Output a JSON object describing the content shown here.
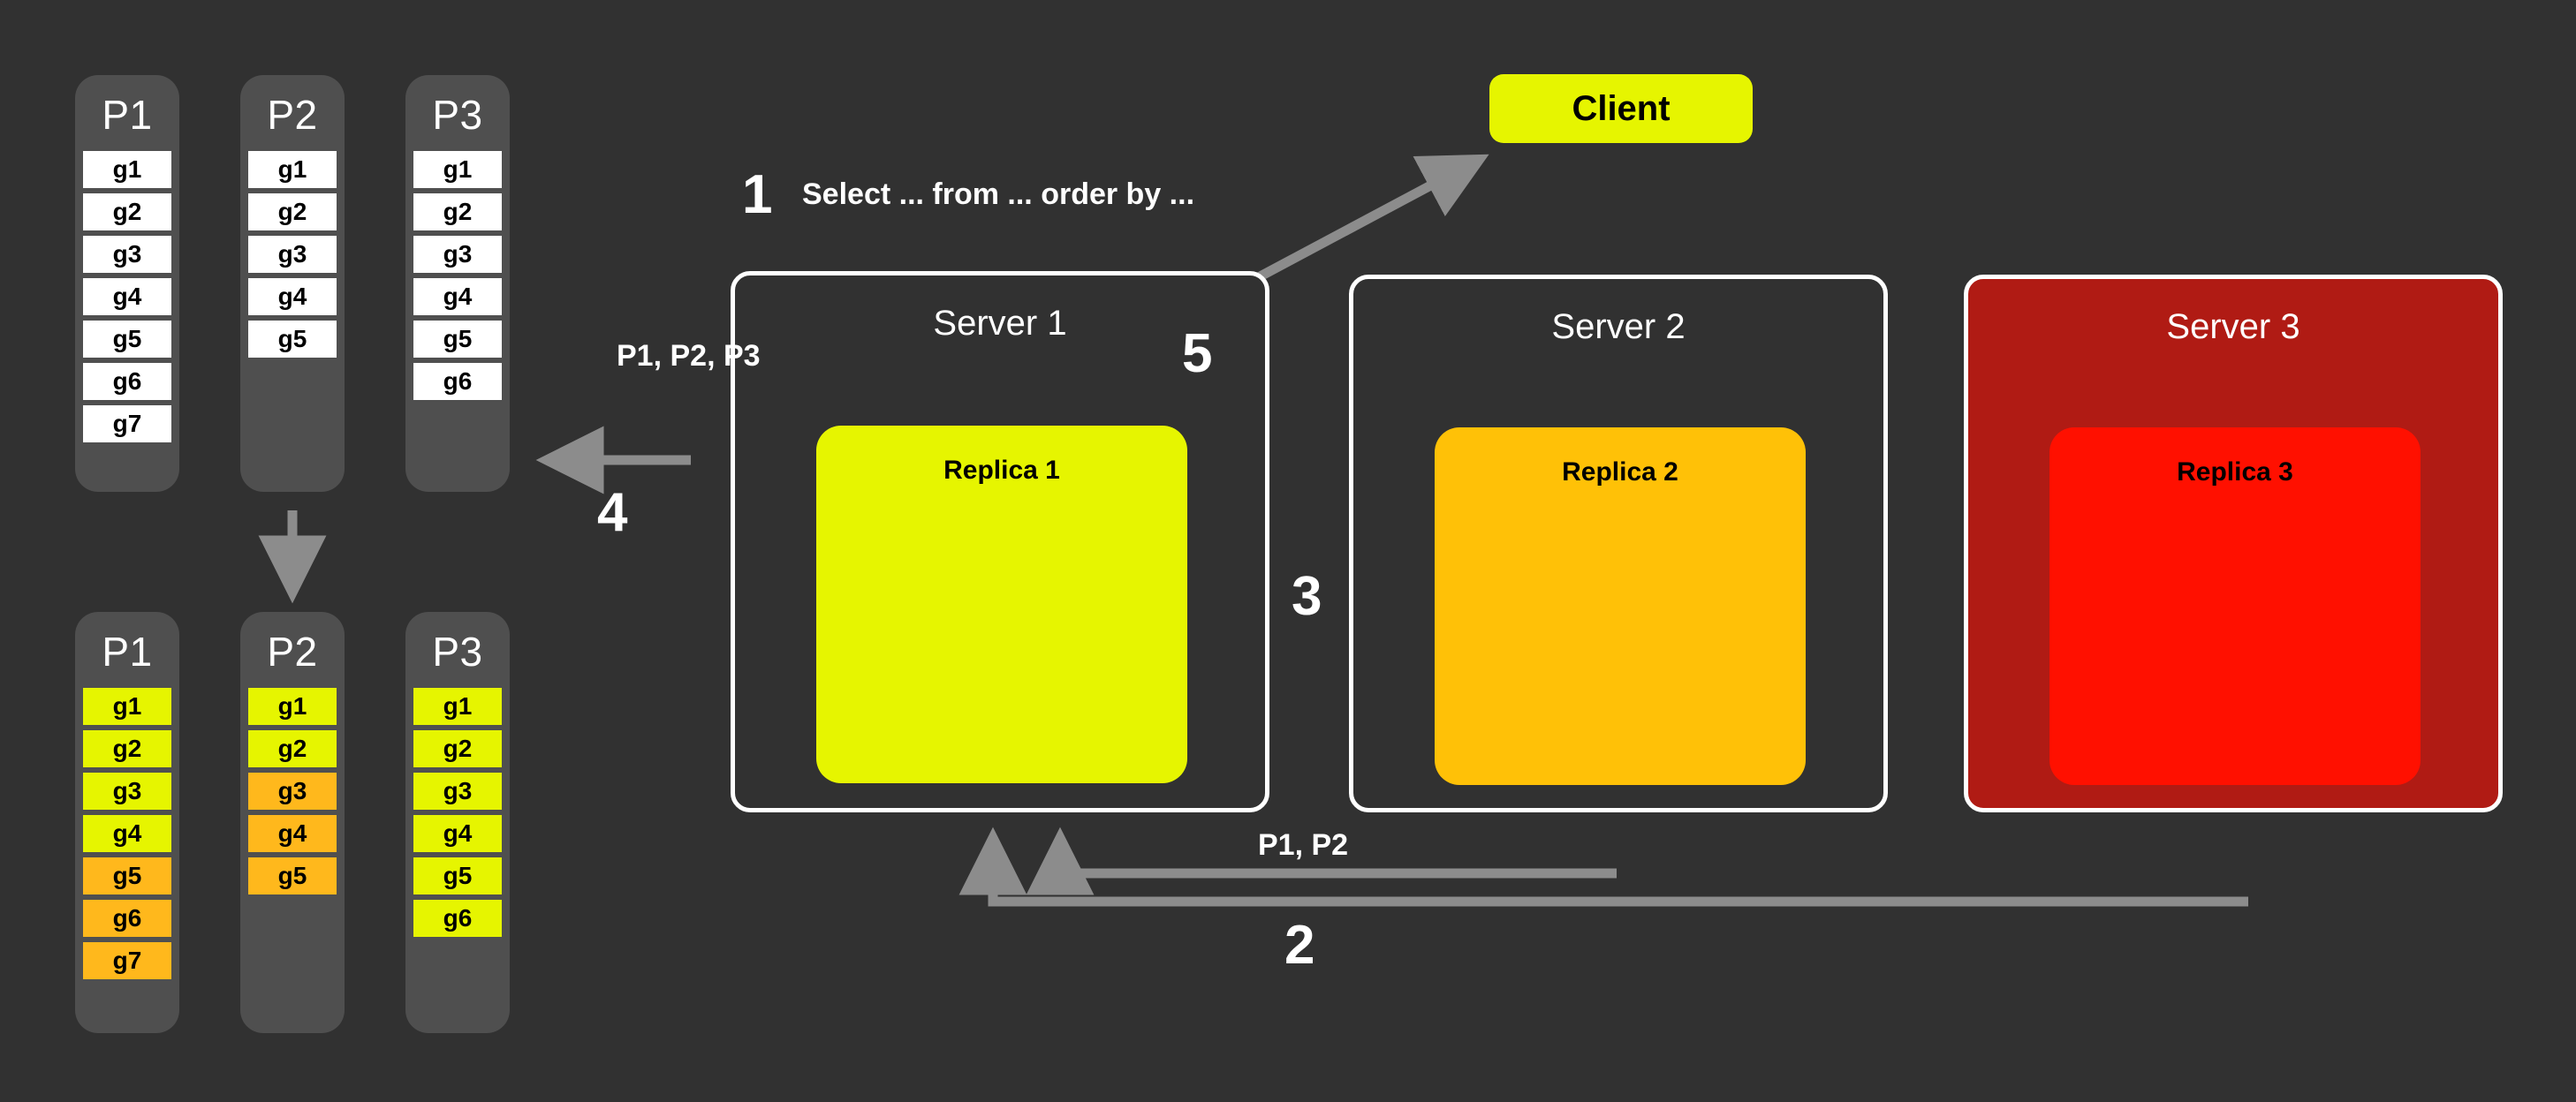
{
  "theme": {
    "background": "#313131",
    "panel_bg": "#4f4f4f",
    "cell_white": "#ffffff",
    "cell_yellow": "#e6f500",
    "cell_orange": "#ffb81c",
    "server_border": "#ffffff",
    "server3_bg": "#b01b14",
    "replica1": "#e6f500",
    "replica2": "#ffc107",
    "replica3": "#ff1000",
    "arrow": "#8c8c8c",
    "text": "#ffffff"
  },
  "partitions_top": [
    {
      "title": "P1",
      "cells": [
        {
          "label": "g1",
          "color": "white"
        },
        {
          "label": "g2",
          "color": "white"
        },
        {
          "label": "g3",
          "color": "white"
        },
        {
          "label": "g4",
          "color": "white"
        },
        {
          "label": "g5",
          "color": "white"
        },
        {
          "label": "g6",
          "color": "white"
        },
        {
          "label": "g7",
          "color": "white"
        }
      ]
    },
    {
      "title": "P2",
      "cells": [
        {
          "label": "g1",
          "color": "white"
        },
        {
          "label": "g2",
          "color": "white"
        },
        {
          "label": "g3",
          "color": "white"
        },
        {
          "label": "g4",
          "color": "white"
        },
        {
          "label": "g5",
          "color": "white"
        }
      ]
    },
    {
      "title": "P3",
      "cells": [
        {
          "label": "g1",
          "color": "white"
        },
        {
          "label": "g2",
          "color": "white"
        },
        {
          "label": "g3",
          "color": "white"
        },
        {
          "label": "g4",
          "color": "white"
        },
        {
          "label": "g5",
          "color": "white"
        },
        {
          "label": "g6",
          "color": "white"
        }
      ]
    }
  ],
  "partitions_bottom": [
    {
      "title": "P1",
      "cells": [
        {
          "label": "g1",
          "color": "yellow"
        },
        {
          "label": "g2",
          "color": "yellow"
        },
        {
          "label": "g3",
          "color": "yellow"
        },
        {
          "label": "g4",
          "color": "yellow"
        },
        {
          "label": "g5",
          "color": "orange"
        },
        {
          "label": "g6",
          "color": "orange"
        },
        {
          "label": "g7",
          "color": "orange"
        }
      ]
    },
    {
      "title": "P2",
      "cells": [
        {
          "label": "g1",
          "color": "yellow"
        },
        {
          "label": "g2",
          "color": "yellow"
        },
        {
          "label": "g3",
          "color": "orange"
        },
        {
          "label": "g4",
          "color": "orange"
        },
        {
          "label": "g5",
          "color": "orange"
        }
      ]
    },
    {
      "title": "P3",
      "cells": [
        {
          "label": "g1",
          "color": "yellow"
        },
        {
          "label": "g2",
          "color": "yellow"
        },
        {
          "label": "g3",
          "color": "yellow"
        },
        {
          "label": "g4",
          "color": "yellow"
        },
        {
          "label": "g5",
          "color": "yellow"
        },
        {
          "label": "g6",
          "color": "yellow"
        }
      ]
    }
  ],
  "client": {
    "label": "Client"
  },
  "servers": [
    {
      "title": "Server 1",
      "replica": "Replica 1"
    },
    {
      "title": "Server 2",
      "replica": "Replica 2"
    },
    {
      "title": "Server 3",
      "replica": "Replica 3"
    }
  ],
  "steps": {
    "one": "1",
    "two": "2",
    "three": "3",
    "four": "4",
    "five": "5"
  },
  "labels": {
    "query": "Select ... from ... order by ...",
    "partitions_all": "P1, P2, P3",
    "partitions_fetched": "P1, P2"
  }
}
